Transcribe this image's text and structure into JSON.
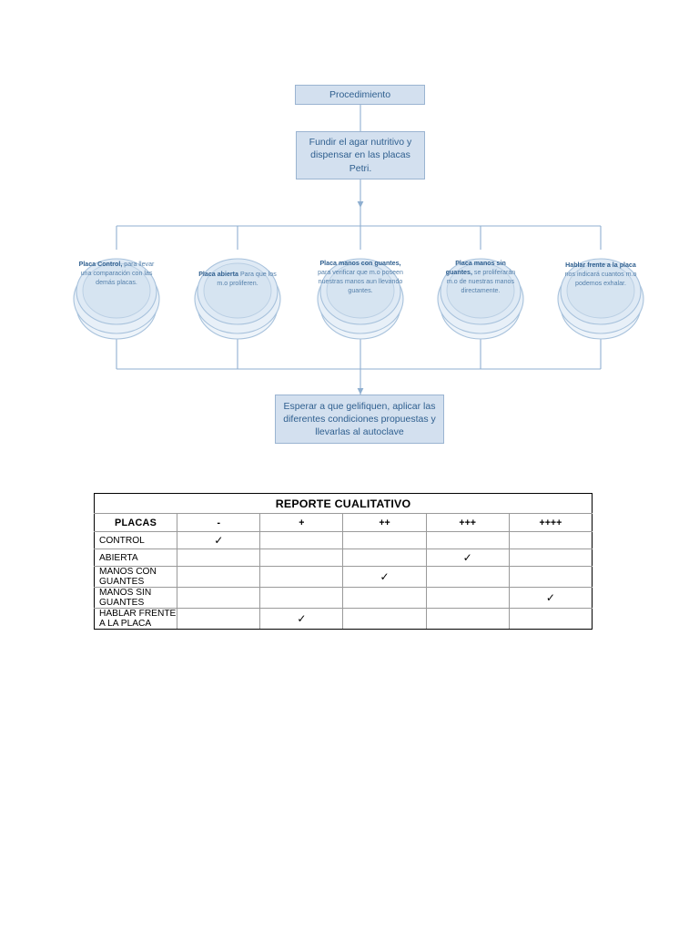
{
  "flowchart": {
    "title_box": "Procedimiento",
    "step1_box": "Fundir el agar nutritivo y dispensar en las placas Petri.",
    "step3_box": "Esperar a que gelifiquen, aplicar las diferentes condiciones propuestas y llevarlas al autoclave",
    "dishes": [
      {
        "id": "placa-control",
        "bold": "Placa Control,",
        "rest": " para llevar una comparación con las demás placas."
      },
      {
        "id": "placa-abierta",
        "bold": "Placa abierta",
        "rest": " Para que los m.o proliferen."
      },
      {
        "id": "placa-manos-con-guantes",
        "bold": "Placa manos con guantes,",
        "rest": " para verificar que m.o poseen nuestras manos aun llevando guantes."
      },
      {
        "id": "placa-manos-sin-guantes",
        "bold": "Placa manos sin guantes,",
        "rest": " se proliferarán m.o de nuestras manos directamente."
      },
      {
        "id": "hablar-frente-a-la-placa",
        "bold": "Hablar frente a la placa",
        "rest": " nos indicará cuantos m.o podemos exhalar."
      }
    ]
  },
  "table": {
    "title": "REPORTE CUALITATIVO",
    "row_header_label": "PLACAS",
    "columns": [
      "-",
      "+",
      "++",
      "+++",
      "++++"
    ],
    "check_glyph": "✓",
    "rows": [
      {
        "label": "CONTROL",
        "marks": [
          true,
          false,
          false,
          false,
          false
        ]
      },
      {
        "label": "ABIERTA",
        "marks": [
          false,
          false,
          false,
          true,
          false
        ]
      },
      {
        "label": "MANOS CON GUANTES",
        "marks": [
          false,
          false,
          true,
          false,
          false
        ]
      },
      {
        "label": "MANOS SIN GUANTES",
        "marks": [
          false,
          false,
          false,
          false,
          true
        ]
      },
      {
        "label": "HABLAR FRENTE A LA PLACA",
        "marks": [
          false,
          true,
          false,
          false,
          false
        ]
      }
    ]
  },
  "colors": {
    "box_fill": "#d3e0ef",
    "box_border": "#9ab4d1",
    "box_text": "#2f5f8f",
    "dish_line": "#a8c2dc",
    "dish_fill": "#dce7f2",
    "connector": "#8fafd0",
    "table_border": "#000000"
  }
}
